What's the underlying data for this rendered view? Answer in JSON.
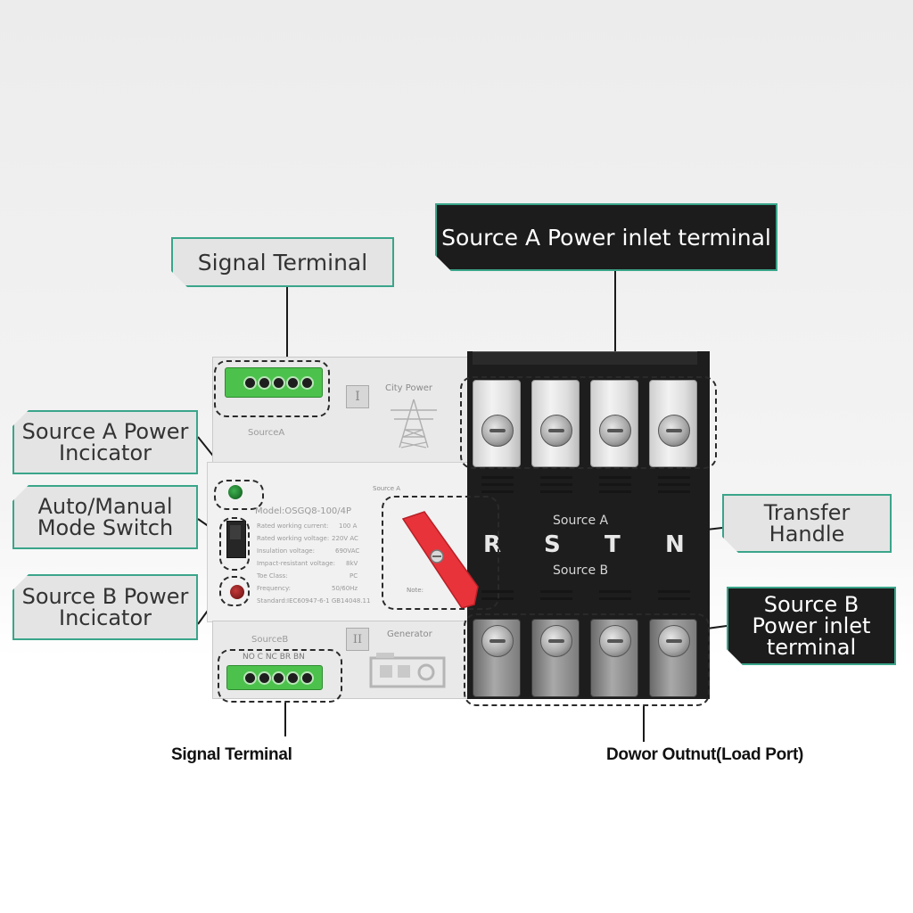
{
  "callouts": {
    "signal_terminal_top": "Signal Terminal",
    "source_a_inlet": "Source A Power inlet terminal",
    "source_a_indicator": "Source A Power\nIncicator",
    "mode_switch": "Auto/Manual\nMode Switch",
    "source_b_indicator": "Source B Power\nIncicator",
    "transfer_handle": "Transfer\nHandle",
    "source_b_inlet": "Source B\nPower inlet\nterminal",
    "signal_terminal_bottom": "Signal Terminal",
    "power_output": "Dowor Outnut(Load Port)"
  },
  "device": {
    "top_module_label": "City Power",
    "top_source_label": "SourceA",
    "top_roman": "I",
    "bottom_module_label": "Generator",
    "bottom_source_label": "SourceB",
    "bottom_roman": "II",
    "signal_pins_label": "NO C NC BR BN",
    "panel_source_a": "Source A",
    "model": "Model:OSGQ8-100/4P",
    "handle_source_a": "Source A",
    "handle_source_b": "Source B",
    "phase_letters": [
      "R",
      "S",
      "T",
      "N"
    ],
    "note": "Note:",
    "specs": [
      {
        "label": "Rated working current:",
        "value": "100 A"
      },
      {
        "label": "Rated working voltage:",
        "value": "220V AC"
      },
      {
        "label": "Insulation voltage:",
        "value": "690VAC"
      },
      {
        "label": "Impact-resistant voltage:",
        "value": "8kV"
      },
      {
        "label": "Toe Class:",
        "value": "PC"
      },
      {
        "label": "Frequency:",
        "value": "50/60Hz"
      },
      {
        "label": "Standard:",
        "value": "IEC60947-6-1 GB14048.11"
      }
    ]
  },
  "colors": {
    "accent": "#3aa58a",
    "dark_callout": "#1c1c1c",
    "handle": "#e8333b",
    "terminal_green": "#4cc24c",
    "indicator_a": "#1f7a2e",
    "indicator_b": "#8a1f1f"
  }
}
